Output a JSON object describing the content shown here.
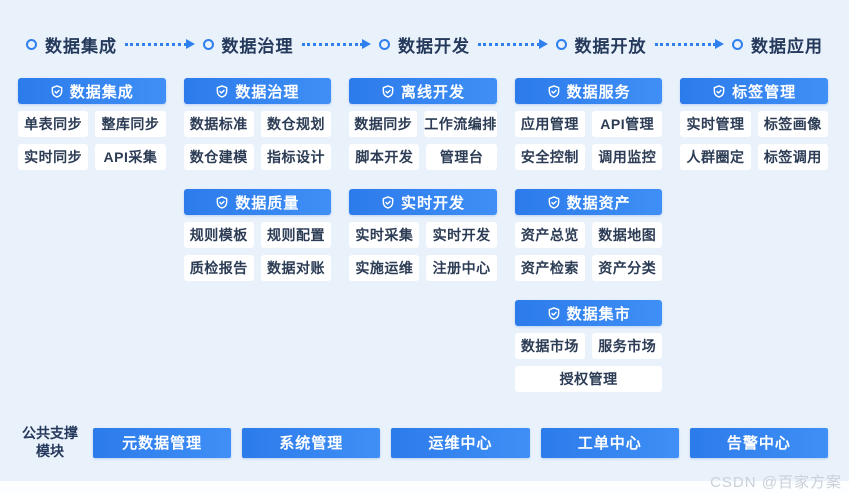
{
  "flow": {
    "nodes": [
      {
        "label": "数据集成"
      },
      {
        "label": "数据治理"
      },
      {
        "label": "数据开发"
      },
      {
        "label": "数据开放"
      },
      {
        "label": "数据应用"
      }
    ]
  },
  "columns": [
    {
      "groups": [
        {
          "title": "数据集成",
          "items": [
            "单表同步",
            "整库同步",
            "实时同步",
            "API采集"
          ]
        }
      ]
    },
    {
      "groups": [
        {
          "title": "数据治理",
          "items": [
            "数据标准",
            "数仓规划",
            "数仓建模",
            "指标设计"
          ]
        },
        {
          "title": "数据质量",
          "items": [
            "规则模板",
            "规则配置",
            "质检报告",
            "数据对账"
          ]
        }
      ]
    },
    {
      "groups": [
        {
          "title": "离线开发",
          "items": [
            "数据同步",
            "工作流编排",
            "脚本开发",
            "管理台"
          ]
        },
        {
          "title": "实时开发",
          "items": [
            "实时采集",
            "实时开发",
            "实施运维",
            "注册中心"
          ]
        }
      ]
    },
    {
      "groups": [
        {
          "title": "数据服务",
          "items": [
            "应用管理",
            "API管理",
            "安全控制",
            "调用监控"
          ]
        },
        {
          "title": "数据资产",
          "items": [
            "资产总览",
            "数据地图",
            "资产检索",
            "资产分类"
          ]
        },
        {
          "title": "数据集市",
          "items": [
            "数据市场",
            "服务市场"
          ],
          "full_item": "授权管理"
        }
      ]
    },
    {
      "groups": [
        {
          "title": "标签管理",
          "items": [
            "实时管理",
            "标签画像",
            "人群圈定",
            "标签调用"
          ]
        }
      ]
    }
  ],
  "support": {
    "label_line1": "公共支撑",
    "label_line2": "模块",
    "buttons": [
      "元数据管理",
      "系统管理",
      "运维中心",
      "工单中心",
      "告警中心"
    ]
  },
  "watermark": "CSDN @百家方案",
  "colors": {
    "background": "#E9F1FB",
    "accent_blue": "#2F80EE",
    "header_gradient_start": "#2C7BEB",
    "header_gradient_end": "#3F8FF6",
    "cell_background": "#FFFFFF",
    "dark_text": "#24395B",
    "watermark_gray": "#CBD0D8"
  }
}
